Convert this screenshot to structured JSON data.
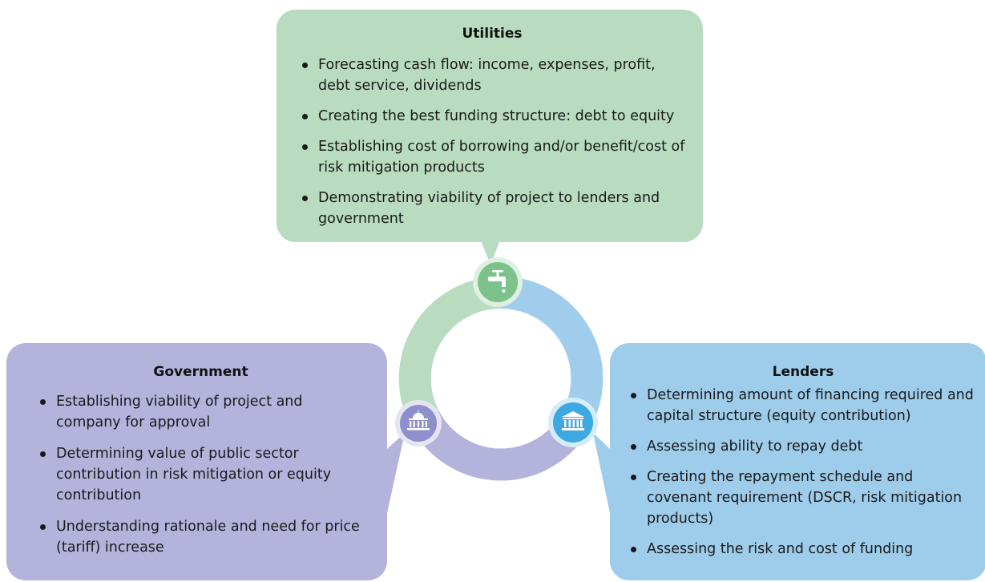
{
  "utilities": {
    "title": "Utilities",
    "items": [
      "Forecasting cash flow: income, expenses, profit, debt service, dividends",
      "Creating the best funding structure: debt to equity",
      "Establishing cost of borrowing and/or benefit/cost of risk mitigation products",
      "Demonstrating viability of project to lenders and government"
    ]
  },
  "government": {
    "title": "Government",
    "items": [
      "Establishing viability of project and company for approval",
      "Determining value of public sector contribution in risk mitigation or equity contribution",
      "Understanding rationale and need for price (tariff) increase"
    ]
  },
  "lenders": {
    "title": "Lenders",
    "items": [
      "Determining amount of financing required and capital structure (equity contribution)",
      "Assessing ability to repay debt",
      "Creating the repayment schedule and covenant requirement (DSCR, risk mitigation products)",
      "Assessing the risk and cost of funding"
    ]
  },
  "icons": {
    "utilities": "water-tap-icon",
    "government": "government-building-icon",
    "lenders": "bank-icon"
  },
  "colors": {
    "utilities": "#b9dbbf",
    "government": "#b3b3dc",
    "lenders": "#9ecceb",
    "utilities_dark": "#7cc28a",
    "government_dark": "#8f8fcb",
    "lenders_dark": "#4aaee4"
  }
}
